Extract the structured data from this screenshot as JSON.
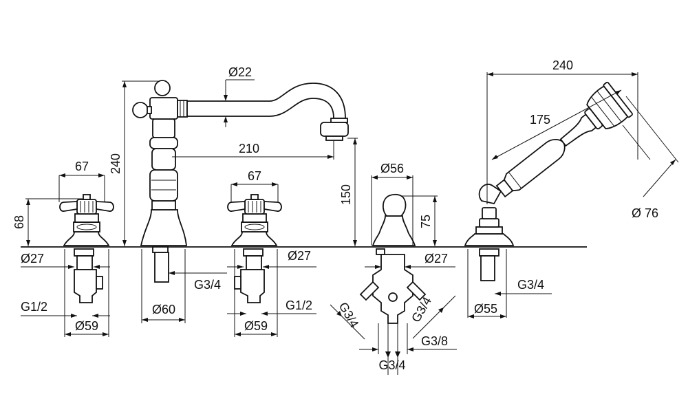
{
  "dimensions": {
    "tap_left_width": "67",
    "tap_left_height": "68",
    "tap_left_stem_dia": "Ø27",
    "tap_left_thread": "G1/2",
    "tap_left_base_dia": "Ø59",
    "spout_pipe_dia": "Ø22",
    "spout_height": "240",
    "spout_reach": "210",
    "spout_base_dia": "Ø60",
    "spout_inlet_thread": "G3/4",
    "tap_right_width": "67",
    "tap_right_stem_dia": "Ø27",
    "tap_right_thread": "G1/2",
    "tap_right_base_dia": "Ø59",
    "diverter_dia": "Ø56",
    "diverter_height": "75",
    "diverter_spout_height": "150",
    "diverter_stem_dia": "Ø27",
    "diverter_left_thread": "G3/4",
    "diverter_right_thread": "G3/4",
    "diverter_hose_thread": "G3/8",
    "diverter_bottom_thread": "G3/4",
    "shower_reach": "240",
    "shower_handle_length": "175",
    "shower_head_dia": "Ø 76",
    "shower_base_dia": "Ø55",
    "shower_base_thread": "G3/4"
  }
}
